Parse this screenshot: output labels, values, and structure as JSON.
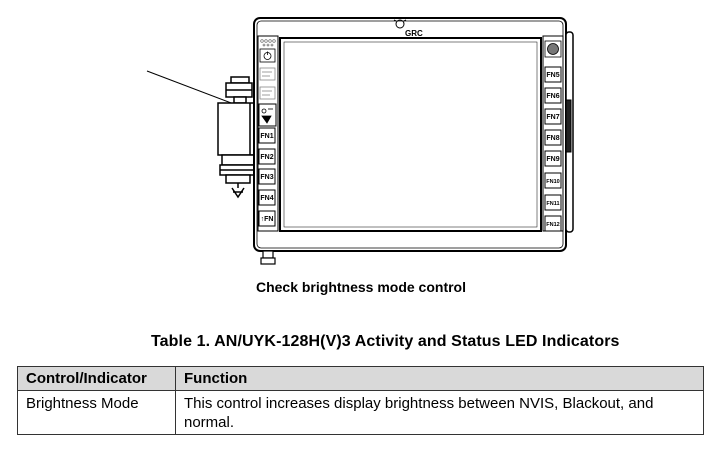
{
  "figure": {
    "logo_text": "GRC",
    "left_buttons": [
      "FN1",
      "FN2",
      "FN3",
      "FN4",
      "↑FN"
    ],
    "right_buttons": [
      "FN5",
      "FN6",
      "FN7",
      "FN8",
      "FN9",
      "FN10",
      "FN11",
      "FN12"
    ],
    "caption": "Check brightness mode control"
  },
  "table": {
    "title": "Table 1. AN/UYK-128H(V)3 Activity and Status LED Indicators",
    "headers": [
      "Control/Indicator",
      "Function"
    ],
    "rows": [
      {
        "control": "Brightness Mode",
        "function": "This control increases display brightness between NVIS, Blackout, and normal."
      }
    ]
  }
}
